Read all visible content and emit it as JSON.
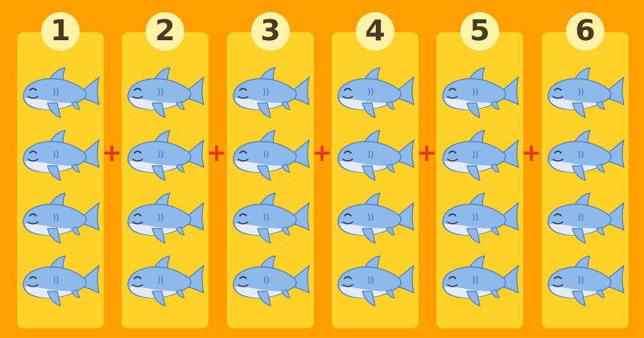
{
  "colors": {
    "background": "#ffa000",
    "panel": "#ffd22a",
    "badge": "#fff3a8",
    "badge_text": "#4a3a23",
    "shark_body": "#8dbaea",
    "shark_belly": "#e6ecf7",
    "shark_outline": "#4d7fbf",
    "plus": "#e4331b"
  },
  "columns": [
    {
      "number": "1",
      "shark_count": 4
    },
    {
      "number": "2",
      "shark_count": 4
    },
    {
      "number": "3",
      "shark_count": 4
    },
    {
      "number": "4",
      "shark_count": 4
    },
    {
      "number": "5",
      "shark_count": 4
    },
    {
      "number": "6",
      "shark_count": 4
    }
  ],
  "operators": [
    "+",
    "+",
    "+",
    "+",
    "+"
  ],
  "item_icon": "shark-icon"
}
